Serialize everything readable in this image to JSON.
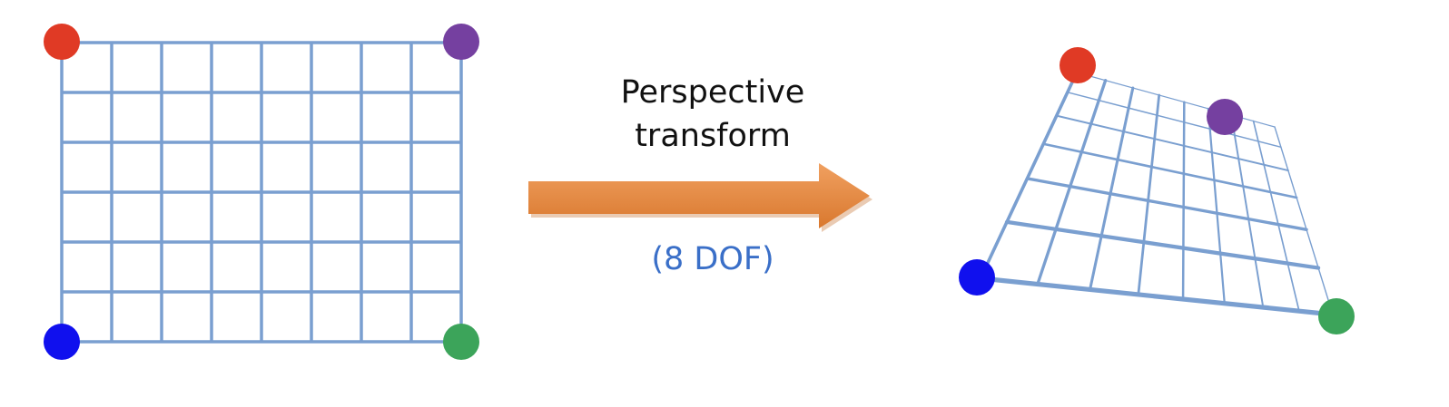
{
  "diagram": {
    "title_line1": "Perspective",
    "title_line2": "transform",
    "dof_label": "(8 DOF)"
  },
  "colors": {
    "grid": "#7a9fd0",
    "arrow_light": "#f0a060",
    "arrow_dark": "#d9782e",
    "dof_text": "#3a6fc8",
    "corner_top_left": "#e03a25",
    "corner_top_right": "#7540a0",
    "corner_bottom_left": "#1010ee",
    "corner_bottom_right": "#3ca45a"
  },
  "corners": [
    {
      "id": "top-left",
      "color_key": "corner_top_left"
    },
    {
      "id": "top-right",
      "color_key": "corner_top_right"
    },
    {
      "id": "bottom-left",
      "color_key": "corner_bottom_left"
    },
    {
      "id": "bottom-right",
      "color_key": "corner_bottom_right"
    }
  ]
}
